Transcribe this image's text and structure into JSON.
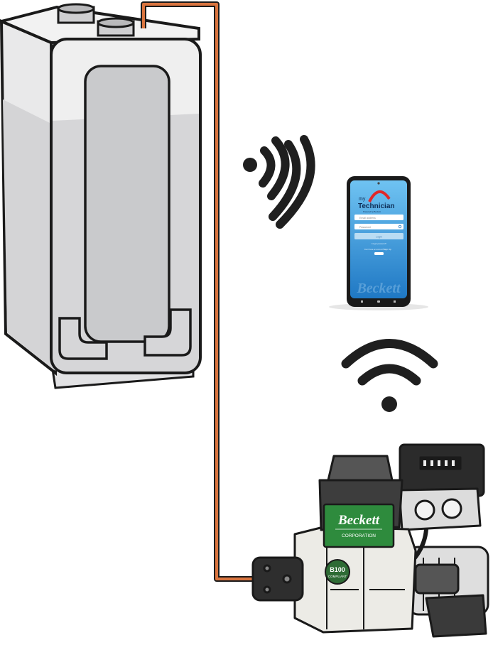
{
  "phone": {
    "app_name_line1": "my",
    "app_name_line2": "Technician",
    "tagline": "Powered by Beckett",
    "email_placeholder": "Email address",
    "password_placeholder": "Password",
    "login_label": "Login",
    "forgot_text": "Forgot password?",
    "signup_prompt": "Don't have an account?",
    "signup_label": "Sign Up",
    "watermark": "Beckett"
  },
  "burner": {
    "brand": "Beckett",
    "subtitle": "CORPORATION",
    "badge_line1": "B100",
    "badge_line2": "COMPLIANT"
  },
  "colors": {
    "oil_line": "#d9743f",
    "tank_light": "#efefef",
    "tank_mid": "#d6d6d8",
    "beckett_green": "#2e8b3d",
    "screen_blue": "#2f8fd6",
    "icon_dark": "#1f1f1f"
  },
  "icons": [
    "wireless-signal-icon",
    "wifi-icon"
  ]
}
